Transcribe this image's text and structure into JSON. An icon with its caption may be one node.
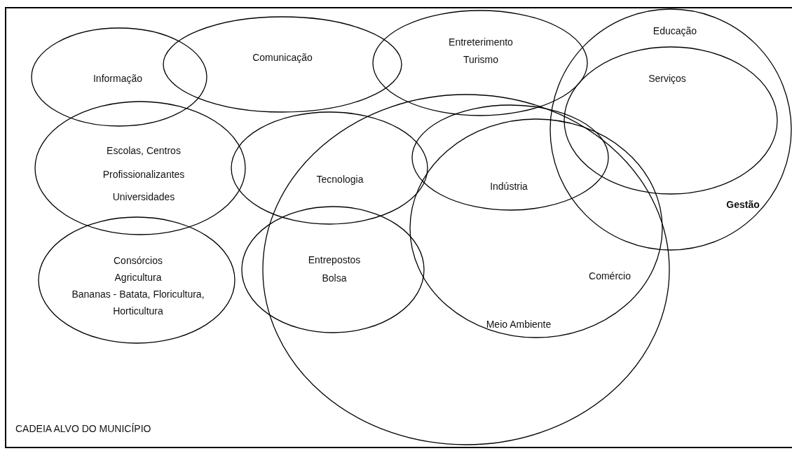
{
  "diagram": {
    "caption": "CADEIA ALVO DO MUNICÍPIO",
    "nodes": [
      {
        "text": [
          "Informação"
        ]
      },
      {
        "text": [
          "Comunicação"
        ]
      },
      {
        "text": [
          "Entreterimento Turismo"
        ]
      },
      {
        "text": [
          "Educação",
          "Gestão"
        ]
      },
      {
        "text": [
          "Serviços"
        ],
        "in": 3
      },
      {
        "text": [
          "Escolas, Centros Profissionalizantes",
          "Universidades"
        ]
      },
      {
        "text": [
          "Tecnologia"
        ]
      },
      {
        "text": [],
        "shape": "circle"
      },
      {
        "text": [
          "Indústria"
        ],
        "in": 7
      },
      {
        "text": [
          "Comércio",
          "Meio Ambiente"
        ],
        "in": 7
      },
      {
        "text": [
          "Entrepostos Bolsa"
        ]
      },
      {
        "text": [
          "Consórcios",
          "Agricultura",
          "Bananas - Batata, Floricultura, Horticultura"
        ]
      }
    ]
  }
}
